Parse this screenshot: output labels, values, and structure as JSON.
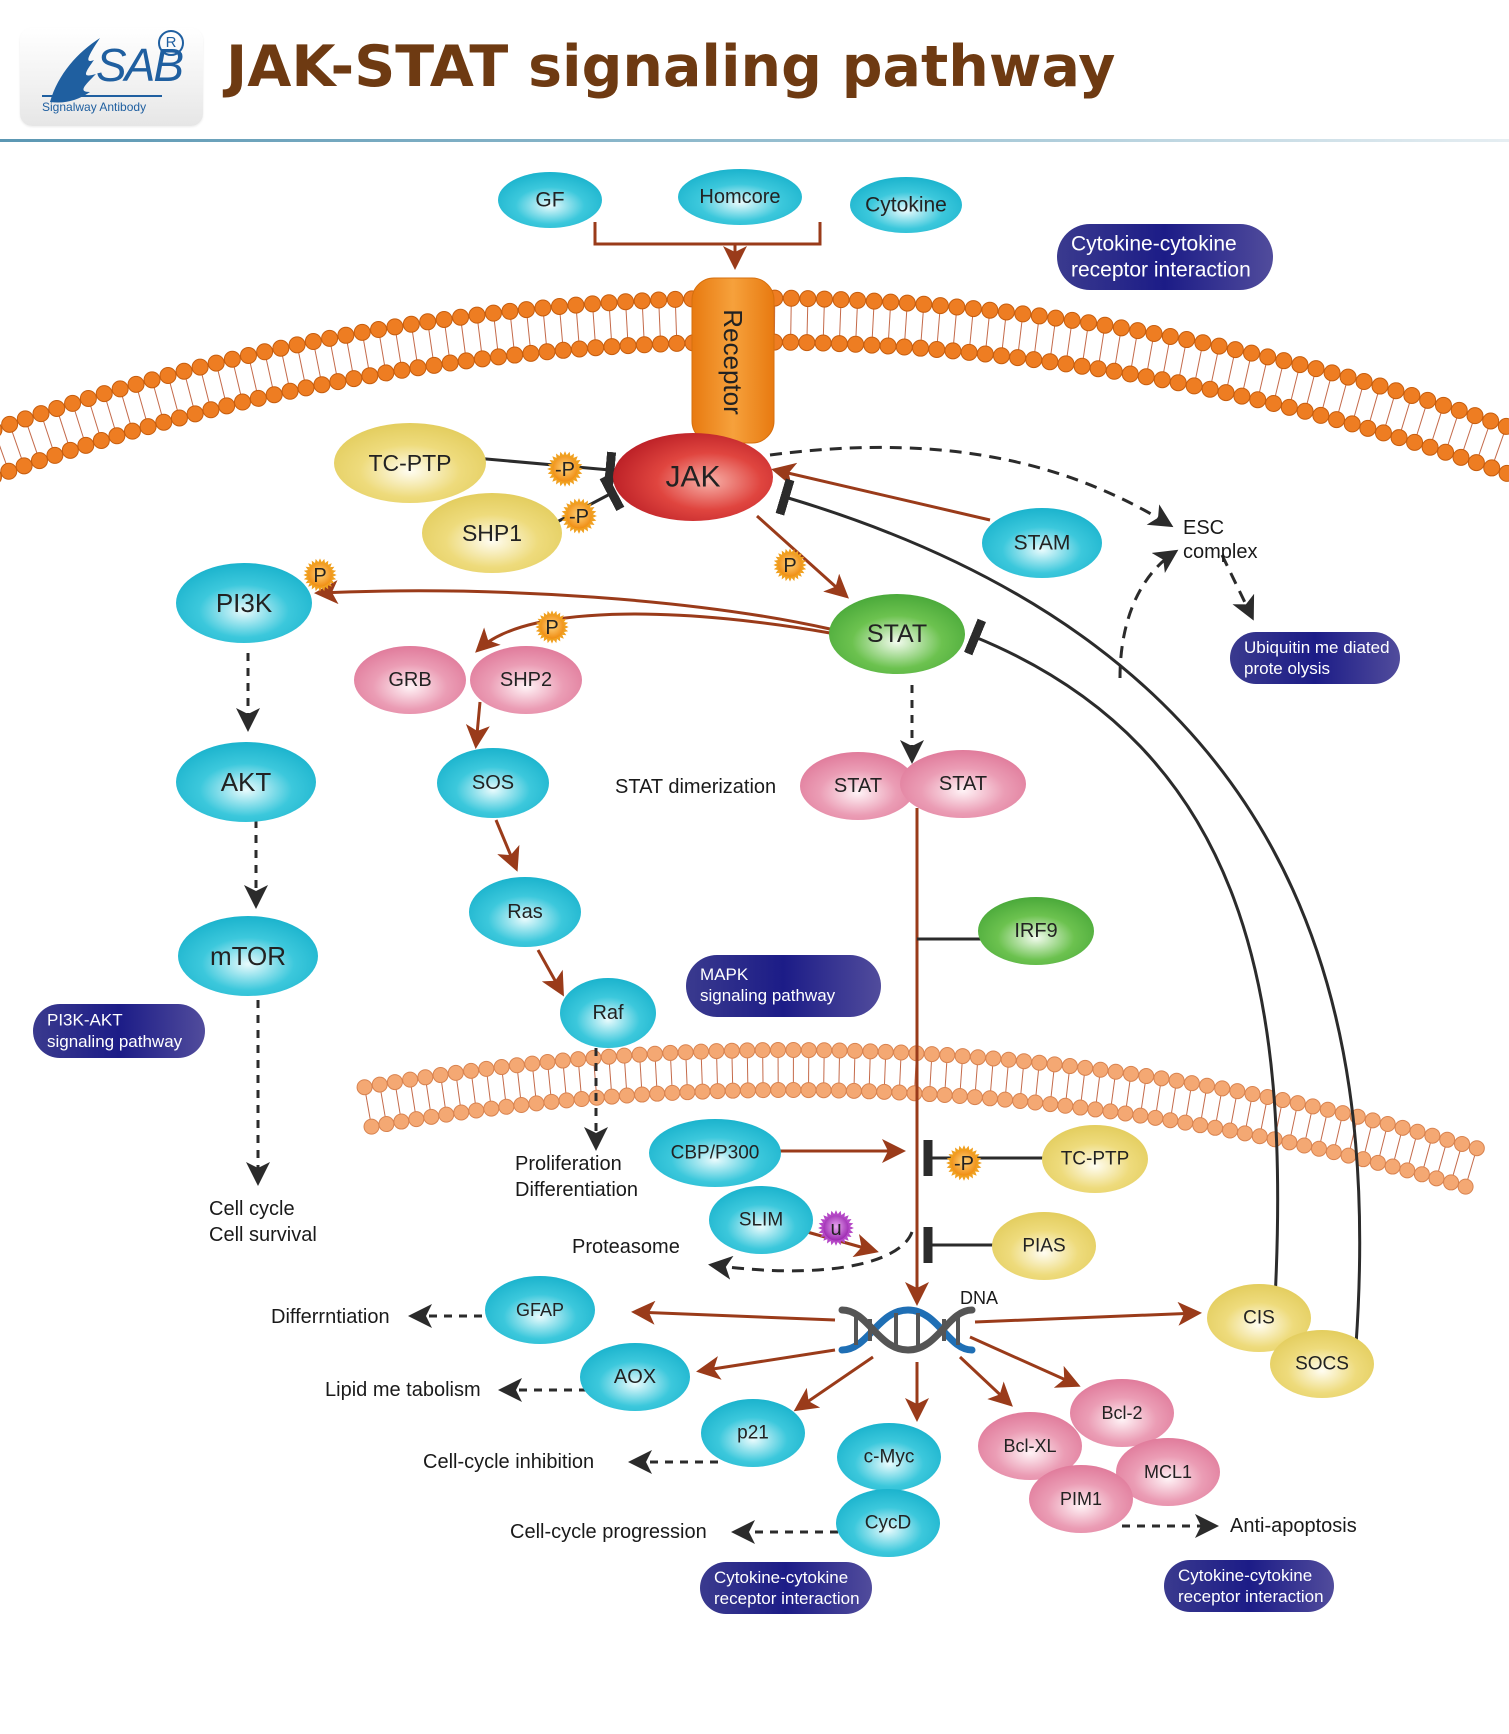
{
  "header": {
    "logo_text": "SAB",
    "logo_registered": "R",
    "logo_subtitle": "Signalway Antibody",
    "title": "JAK-STAT signaling pathway"
  },
  "colors": {
    "title": "#6e3a12",
    "activation_arrow": "#9a3b1a",
    "inhibition_line": "#2b2b2b",
    "membrane": "#ee7d22",
    "nuclear_membrane": "#f2a66e",
    "pathway_pill": "#2a2a8c",
    "cyan_node": "#2bbfd6",
    "yellow_node": "#e8d46c",
    "pink_node": "#e58aa6",
    "green_node": "#5fb845",
    "red_node": "#d7282f",
    "orange_receptor": "#ee8a1c"
  },
  "ligands": [
    "GF",
    "Homcore",
    "Cytokine"
  ],
  "receptor": "Receptor",
  "nodes": {
    "jak": "JAK",
    "tc_ptp_top": "TC-PTP",
    "shp1": "SHP1",
    "stam": "STAM",
    "stat": "STAT",
    "pi3k": "PI3K",
    "akt": "AKT",
    "mtor": "mTOR",
    "grb": "GRB",
    "shp2": "SHP2",
    "sos": "SOS",
    "ras": "Ras",
    "raf": "Raf",
    "stat_dimer_left": "STAT",
    "stat_dimer_right": "STAT",
    "irf9": "IRF9",
    "cbp_p300": "CBP/P300",
    "tc_ptp_nuclear": "TC-PTP",
    "slim": "SLIM",
    "pias": "PIAS",
    "gfap": "GFAP",
    "aox": "AOX",
    "p21": "p21",
    "cmyc": "c-Myc",
    "cycd": "CycD",
    "bclxl": "Bcl-XL",
    "bcl2": "Bcl-2",
    "mcl1": "MCL1",
    "pim1": "PIM1",
    "cis": "CIS",
    "socs": "SOCS"
  },
  "badges": {
    "dephos": "-P",
    "phos": "P",
    "ubiquitin": "u"
  },
  "labels": {
    "esc_complex_1": "ESC",
    "esc_complex_2": "complex",
    "stat_dimerization": "STAT dimerization",
    "cell_cycle": "Cell cycle",
    "cell_survival": "Cell survival",
    "proliferation": "Proliferation",
    "differentiation": "Differentiation",
    "proteasome": "Proteasome",
    "dna": "DNA",
    "differrntiation": "Differrntiation",
    "lipid_metabolism": "Lipid me tabolism",
    "cell_cycle_inhibition": "Cell-cycle inhibition",
    "cell_cycle_progression": "Cell-cycle progression",
    "anti_apoptosis": "Anti-apoptosis"
  },
  "pathway_pills": [
    {
      "line1": "Cytokine-cytokine",
      "line2": "receptor interaction"
    },
    {
      "line1": "Ubiquitin me diated",
      "line2": "prote olysis"
    },
    {
      "line1": "PI3K-AKT",
      "line2": "signaling pathway"
    },
    {
      "line1": "MAPK",
      "line2": "signaling pathway"
    },
    {
      "line1": "Cytokine-cytokine",
      "line2": "receptor interaction"
    },
    {
      "line1": "Cytokine-cytokine",
      "line2": "receptor interaction"
    }
  ]
}
